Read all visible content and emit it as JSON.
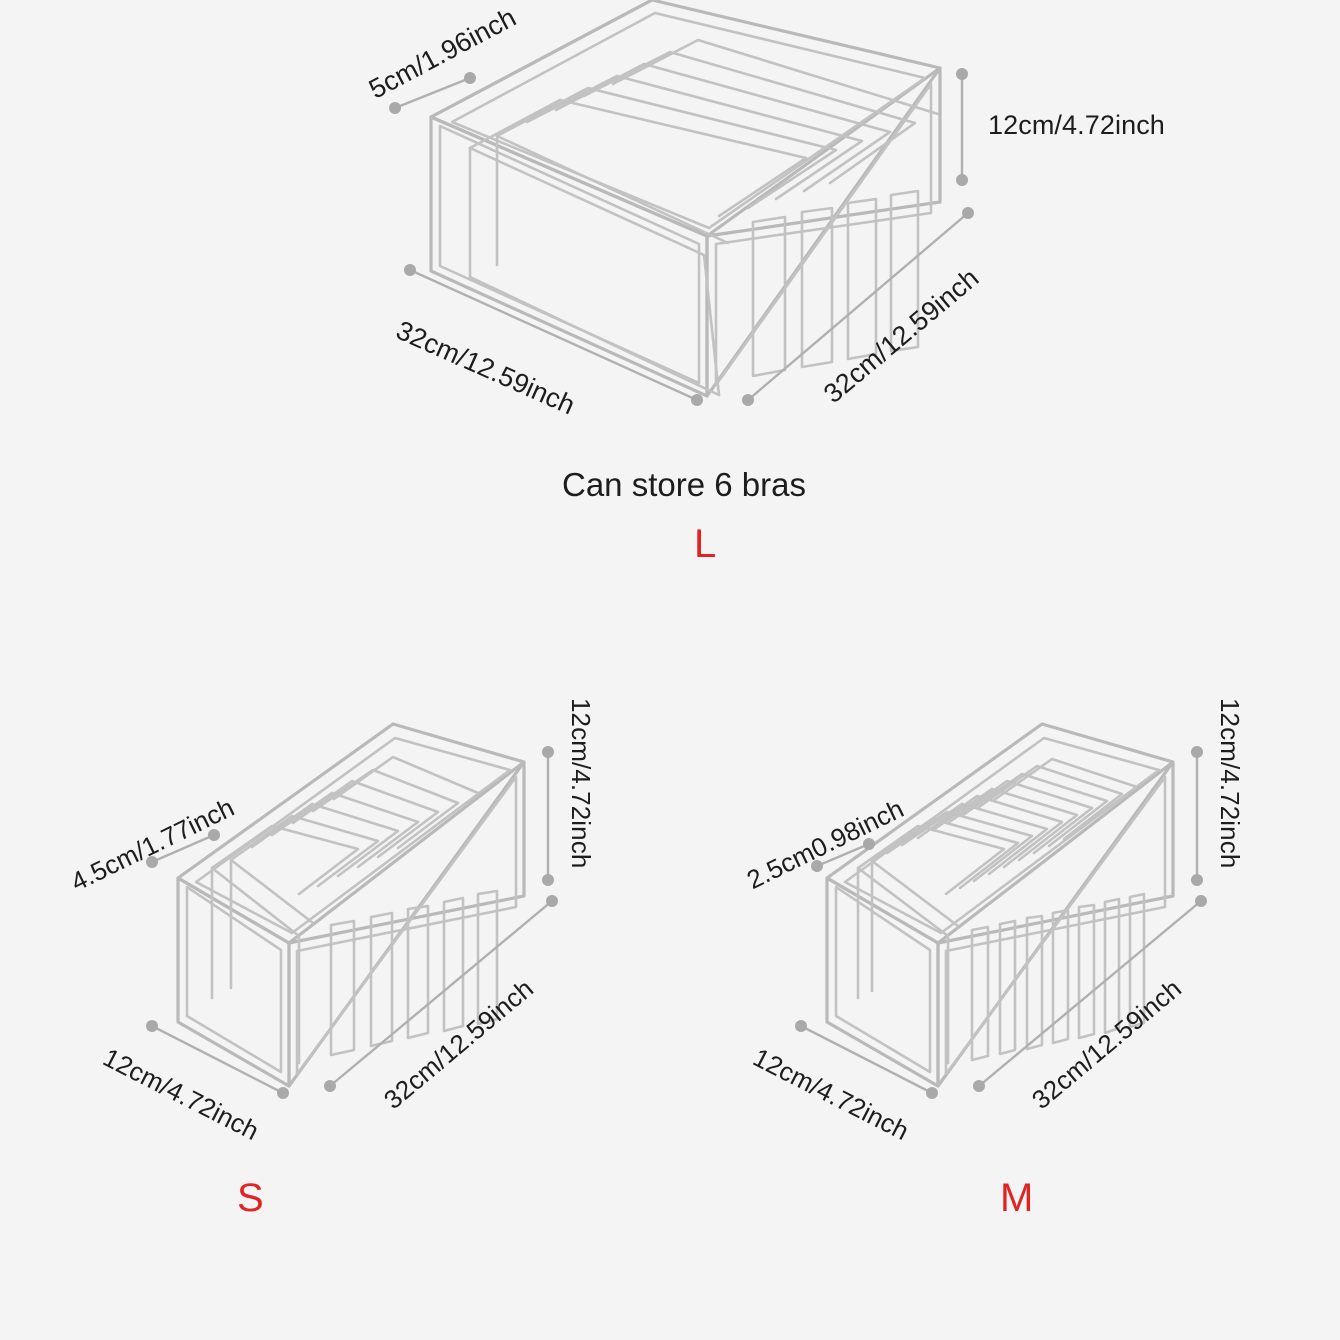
{
  "page": {
    "background_color": "#f4f4f4",
    "line_color": "#b9b9b9",
    "text_color": "#1d1d1d",
    "size_label_color": "#e02424"
  },
  "products": [
    {
      "id": "large",
      "size_label": "L",
      "caption": "Can store 6 bras",
      "compartments": 6,
      "dimensions": {
        "divider_width": "5cm/1.96inch",
        "height": "12cm/4.72inch",
        "front_width": "32cm/12.59inch",
        "depth": "32cm/12.59inch"
      }
    },
    {
      "id": "small",
      "size_label": "S",
      "caption": "",
      "compartments": 7,
      "dimensions": {
        "divider_width": "4.5cm/1.77inch",
        "height": "12cm/4.72inch",
        "front_width": "12cm/4.72inch",
        "depth": "32cm/12.59inch"
      }
    },
    {
      "id": "medium",
      "size_label": "M",
      "caption": "",
      "compartments": 11,
      "dimensions": {
        "divider_width": "2.5cm0.98inch",
        "height": "12cm/4.72inch",
        "front_width": "12cm/4.72inch",
        "depth": "32cm/12.59inch"
      }
    }
  ]
}
